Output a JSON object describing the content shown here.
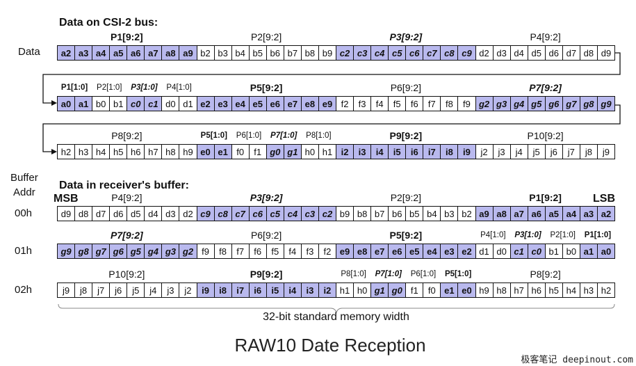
{
  "titles": {
    "csi": "Data on CSI-2 bus:",
    "buffer": "Data in receiver's buffer:",
    "data_label": "Data",
    "buffer_addr_1": "Buffer",
    "buffer_addr_2": "Addr",
    "msb": "MSB",
    "lsb": "LSB"
  },
  "csi_rows": [
    {
      "groups": [
        {
          "text": "P1[9:2]",
          "style": "b",
          "from": 0,
          "to": 8
        },
        {
          "text": "P2[9:2]",
          "style": "n",
          "from": 8,
          "to": 16
        },
        {
          "text": "P3[9:2]",
          "style": "bi",
          "from": 16,
          "to": 24
        },
        {
          "text": "P4[9:2]",
          "style": "n",
          "from": 24,
          "to": 32
        }
      ],
      "cells": [
        {
          "t": "a2",
          "h": 1
        },
        {
          "t": "a3",
          "h": 1
        },
        {
          "t": "a4",
          "h": 1
        },
        {
          "t": "a5",
          "h": 1
        },
        {
          "t": "a6",
          "h": 1
        },
        {
          "t": "a7",
          "h": 1
        },
        {
          "t": "a8",
          "h": 1
        },
        {
          "t": "a9",
          "h": 1
        },
        {
          "t": "b2"
        },
        {
          "t": "b3"
        },
        {
          "t": "b4"
        },
        {
          "t": "b5"
        },
        {
          "t": "b6"
        },
        {
          "t": "b7"
        },
        {
          "t": "b8"
        },
        {
          "t": "b9"
        },
        {
          "t": "c2",
          "h": 1,
          "i": 1
        },
        {
          "t": "c3",
          "h": 1,
          "i": 1
        },
        {
          "t": "c4",
          "h": 1,
          "i": 1
        },
        {
          "t": "c5",
          "h": 1,
          "i": 1
        },
        {
          "t": "c6",
          "h": 1,
          "i": 1
        },
        {
          "t": "c7",
          "h": 1,
          "i": 1
        },
        {
          "t": "c8",
          "h": 1,
          "i": 1
        },
        {
          "t": "c9",
          "h": 1,
          "i": 1
        },
        {
          "t": "d2"
        },
        {
          "t": "d3"
        },
        {
          "t": "d4"
        },
        {
          "t": "d5"
        },
        {
          "t": "d6"
        },
        {
          "t": "d7"
        },
        {
          "t": "d8"
        },
        {
          "t": "d9"
        }
      ]
    },
    {
      "small_groups": [
        {
          "text": "P1[1:0]",
          "style": "b",
          "from": 0,
          "to": 2
        },
        {
          "text": "P2[1:0]",
          "style": "n",
          "from": 2,
          "to": 4
        },
        {
          "text": "P3[1:0]",
          "style": "bi",
          "from": 4,
          "to": 6
        },
        {
          "text": "P4[1:0]",
          "style": "n",
          "from": 6,
          "to": 8
        }
      ],
      "groups": [
        {
          "text": "P5[9:2]",
          "style": "b",
          "from": 8,
          "to": 16
        },
        {
          "text": "P6[9:2]",
          "style": "n",
          "from": 16,
          "to": 24
        },
        {
          "text": "P7[9:2]",
          "style": "bi",
          "from": 24,
          "to": 32
        }
      ],
      "cells": [
        {
          "t": "a0",
          "h": 1
        },
        {
          "t": "a1",
          "h": 1
        },
        {
          "t": "b0"
        },
        {
          "t": "b1"
        },
        {
          "t": "c0",
          "h": 1,
          "i": 1
        },
        {
          "t": "c1",
          "h": 1,
          "i": 1
        },
        {
          "t": "d0"
        },
        {
          "t": "d1"
        },
        {
          "t": "e2",
          "h": 1
        },
        {
          "t": "e3",
          "h": 1
        },
        {
          "t": "e4",
          "h": 1
        },
        {
          "t": "e5",
          "h": 1
        },
        {
          "t": "e6",
          "h": 1
        },
        {
          "t": "e7",
          "h": 1
        },
        {
          "t": "e8",
          "h": 1
        },
        {
          "t": "e9",
          "h": 1
        },
        {
          "t": "f2"
        },
        {
          "t": "f3"
        },
        {
          "t": "f4"
        },
        {
          "t": "f5"
        },
        {
          "t": "f6"
        },
        {
          "t": "f7"
        },
        {
          "t": "f8"
        },
        {
          "t": "f9"
        },
        {
          "t": "g2",
          "h": 1,
          "i": 1
        },
        {
          "t": "g3",
          "h": 1,
          "i": 1
        },
        {
          "t": "g4",
          "h": 1,
          "i": 1
        },
        {
          "t": "g5",
          "h": 1,
          "i": 1
        },
        {
          "t": "g6",
          "h": 1,
          "i": 1
        },
        {
          "t": "g7",
          "h": 1,
          "i": 1
        },
        {
          "t": "g8",
          "h": 1,
          "i": 1
        },
        {
          "t": "g9",
          "h": 1,
          "i": 1
        }
      ]
    },
    {
      "small_groups": [
        {
          "text": "P5[1:0]",
          "style": "b",
          "from": 8,
          "to": 10
        },
        {
          "text": "P6[1:0]",
          "style": "n",
          "from": 10,
          "to": 12
        },
        {
          "text": "P7[1:0]",
          "style": "bi",
          "from": 12,
          "to": 14
        },
        {
          "text": "P8[1:0]",
          "style": "n",
          "from": 14,
          "to": 16
        }
      ],
      "groups": [
        {
          "text": "P8[9:2]",
          "style": "n",
          "from": 0,
          "to": 8
        },
        {
          "text": "P9[9:2]",
          "style": "b",
          "from": 16,
          "to": 24
        },
        {
          "text": "P10[9:2]",
          "style": "n",
          "from": 24,
          "to": 32
        }
      ],
      "cells": [
        {
          "t": "h2"
        },
        {
          "t": "h3"
        },
        {
          "t": "h4"
        },
        {
          "t": "h5"
        },
        {
          "t": "h6"
        },
        {
          "t": "h7"
        },
        {
          "t": "h8"
        },
        {
          "t": "h9"
        },
        {
          "t": "e0",
          "h": 1
        },
        {
          "t": "e1",
          "h": 1
        },
        {
          "t": "f0"
        },
        {
          "t": "f1"
        },
        {
          "t": "g0",
          "h": 1,
          "i": 1
        },
        {
          "t": "g1",
          "h": 1,
          "i": 1
        },
        {
          "t": "h0"
        },
        {
          "t": "h1"
        },
        {
          "t": "i2",
          "h": 1
        },
        {
          "t": "i3",
          "h": 1
        },
        {
          "t": "i4",
          "h": 1
        },
        {
          "t": "i5",
          "h": 1
        },
        {
          "t": "i6",
          "h": 1
        },
        {
          "t": "i7",
          "h": 1
        },
        {
          "t": "i8",
          "h": 1
        },
        {
          "t": "i9",
          "h": 1
        },
        {
          "t": "j2"
        },
        {
          "t": "j3"
        },
        {
          "t": "j4"
        },
        {
          "t": "j5"
        },
        {
          "t": "j6"
        },
        {
          "t": "j7"
        },
        {
          "t": "j8"
        },
        {
          "t": "j9"
        }
      ]
    }
  ],
  "buf_rows": [
    {
      "addr": "00h",
      "groups": [
        {
          "text": "P4[9:2]",
          "style": "n",
          "from": 0,
          "to": 8
        },
        {
          "text": "P3[9:2]",
          "style": "bi",
          "from": 8,
          "to": 16
        },
        {
          "text": "P2[9:2]",
          "style": "n",
          "from": 16,
          "to": 24
        },
        {
          "text": "P1[9:2]",
          "style": "b",
          "from": 24,
          "to": 32
        }
      ],
      "cells": [
        {
          "t": "d9"
        },
        {
          "t": "d8"
        },
        {
          "t": "d7"
        },
        {
          "t": "d6"
        },
        {
          "t": "d5"
        },
        {
          "t": "d4"
        },
        {
          "t": "d3"
        },
        {
          "t": "d2"
        },
        {
          "t": "c9",
          "h": 1,
          "i": 1
        },
        {
          "t": "c8",
          "h": 1,
          "i": 1
        },
        {
          "t": "c7",
          "h": 1,
          "i": 1
        },
        {
          "t": "c6",
          "h": 1,
          "i": 1
        },
        {
          "t": "c5",
          "h": 1,
          "i": 1
        },
        {
          "t": "c4",
          "h": 1,
          "i": 1
        },
        {
          "t": "c3",
          "h": 1,
          "i": 1
        },
        {
          "t": "c2",
          "h": 1,
          "i": 1
        },
        {
          "t": "b9"
        },
        {
          "t": "b8"
        },
        {
          "t": "b7"
        },
        {
          "t": "b6"
        },
        {
          "t": "b5"
        },
        {
          "t": "b4"
        },
        {
          "t": "b3"
        },
        {
          "t": "b2"
        },
        {
          "t": "a9",
          "h": 1
        },
        {
          "t": "a8",
          "h": 1
        },
        {
          "t": "a7",
          "h": 1
        },
        {
          "t": "a6",
          "h": 1
        },
        {
          "t": "a5",
          "h": 1
        },
        {
          "t": "a4",
          "h": 1
        },
        {
          "t": "a3",
          "h": 1
        },
        {
          "t": "a2",
          "h": 1
        }
      ]
    },
    {
      "addr": "01h",
      "groups": [
        {
          "text": "P7[9:2]",
          "style": "bi",
          "from": 0,
          "to": 8
        },
        {
          "text": "P6[9:2]",
          "style": "n",
          "from": 8,
          "to": 16
        },
        {
          "text": "P5[9:2]",
          "style": "b",
          "from": 16,
          "to": 24
        }
      ],
      "small_groups": [
        {
          "text": "P4[1:0]",
          "style": "n",
          "from": 24,
          "to": 26
        },
        {
          "text": "P3[1:0]",
          "style": "bi",
          "from": 26,
          "to": 28
        },
        {
          "text": "P2[1:0]",
          "style": "n",
          "from": 28,
          "to": 30
        },
        {
          "text": "P1[1:0]",
          "style": "b",
          "from": 30,
          "to": 32
        }
      ],
      "cells": [
        {
          "t": "g9",
          "h": 1,
          "i": 1
        },
        {
          "t": "g8",
          "h": 1,
          "i": 1
        },
        {
          "t": "g7",
          "h": 1,
          "i": 1
        },
        {
          "t": "g6",
          "h": 1,
          "i": 1
        },
        {
          "t": "g5",
          "h": 1,
          "i": 1
        },
        {
          "t": "g4",
          "h": 1,
          "i": 1
        },
        {
          "t": "g3",
          "h": 1,
          "i": 1
        },
        {
          "t": "g2",
          "h": 1,
          "i": 1
        },
        {
          "t": "f9"
        },
        {
          "t": "f8"
        },
        {
          "t": "f7"
        },
        {
          "t": "f6"
        },
        {
          "t": "f5"
        },
        {
          "t": "f4"
        },
        {
          "t": "f3"
        },
        {
          "t": "f2"
        },
        {
          "t": "e9",
          "h": 1
        },
        {
          "t": "e8",
          "h": 1
        },
        {
          "t": "e7",
          "h": 1
        },
        {
          "t": "e6",
          "h": 1
        },
        {
          "t": "e5",
          "h": 1
        },
        {
          "t": "e4",
          "h": 1
        },
        {
          "t": "e3",
          "h": 1
        },
        {
          "t": "e2",
          "h": 1
        },
        {
          "t": "d1"
        },
        {
          "t": "d0"
        },
        {
          "t": "c1",
          "h": 1,
          "i": 1
        },
        {
          "t": "c0",
          "h": 1,
          "i": 1
        },
        {
          "t": "b1"
        },
        {
          "t": "b0"
        },
        {
          "t": "a1",
          "h": 1
        },
        {
          "t": "a0",
          "h": 1
        }
      ]
    },
    {
      "addr": "02h",
      "groups": [
        {
          "text": "P10[9:2]",
          "style": "n",
          "from": 0,
          "to": 8
        },
        {
          "text": "P9[9:2]",
          "style": "b",
          "from": 8,
          "to": 16
        },
        {
          "text": "P8[9:2]",
          "style": "n",
          "from": 24,
          "to": 32
        }
      ],
      "small_groups": [
        {
          "text": "P8[1:0]",
          "style": "n",
          "from": 16,
          "to": 18
        },
        {
          "text": "P7[1:0]",
          "style": "bi",
          "from": 18,
          "to": 20
        },
        {
          "text": "P6[1:0]",
          "style": "n",
          "from": 20,
          "to": 22
        },
        {
          "text": "P5[1:0]",
          "style": "b",
          "from": 22,
          "to": 24
        }
      ],
      "cells": [
        {
          "t": "j9"
        },
        {
          "t": "j8"
        },
        {
          "t": "j7"
        },
        {
          "t": "j6"
        },
        {
          "t": "j5"
        },
        {
          "t": "j4"
        },
        {
          "t": "j3"
        },
        {
          "t": "j2"
        },
        {
          "t": "i9",
          "h": 1
        },
        {
          "t": "i8",
          "h": 1
        },
        {
          "t": "i7",
          "h": 1
        },
        {
          "t": "i6",
          "h": 1
        },
        {
          "t": "i5",
          "h": 1
        },
        {
          "t": "i4",
          "h": 1
        },
        {
          "t": "i3",
          "h": 1
        },
        {
          "t": "i2",
          "h": 1
        },
        {
          "t": "h1"
        },
        {
          "t": "h0"
        },
        {
          "t": "g1",
          "h": 1,
          "i": 1
        },
        {
          "t": "g0",
          "h": 1,
          "i": 1
        },
        {
          "t": "f1"
        },
        {
          "t": "f0"
        },
        {
          "t": "e1",
          "h": 1
        },
        {
          "t": "e0",
          "h": 1
        },
        {
          "t": "h9"
        },
        {
          "t": "h8"
        },
        {
          "t": "h7"
        },
        {
          "t": "h6"
        },
        {
          "t": "h5"
        },
        {
          "t": "h4"
        },
        {
          "t": "h3"
        },
        {
          "t": "h2"
        }
      ]
    }
  ],
  "footer": "32-bit standard memory width",
  "caption": "RAW10 Date Reception",
  "watermark": "极客笔记 deepinout.com",
  "colors": {
    "highlight": "#b9b9ee",
    "border": "#111111"
  }
}
